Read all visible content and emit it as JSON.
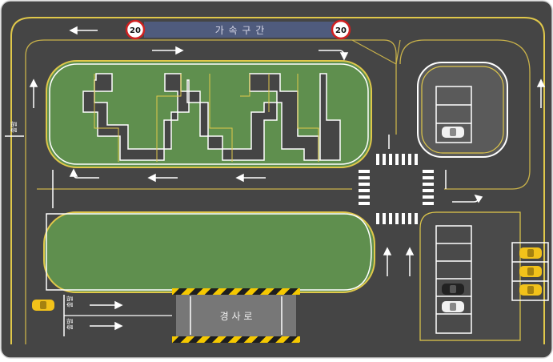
{
  "speed_zone": {
    "label": "가 속 구 간",
    "sign_left": "20",
    "sign_right": "20"
  },
  "slope": {
    "label": "경 사 로"
  },
  "start_labels": {
    "side": "출발",
    "lane1": "출발",
    "lane2": "출발"
  },
  "colors": {
    "asphalt": "#454545",
    "grass": "#5f8f4e",
    "yellow_line": "#e0c84a",
    "white_line": "#ffffff",
    "speed_band": "#4f5b7d",
    "hazard_yellow": "#f5c800",
    "car_yellow": "#f2c21a",
    "car_white": "#f2f2f2",
    "car_black": "#222222"
  },
  "icons": {
    "arrows": "lane-arrow-icon",
    "cars": "car-icon",
    "signs": "speed-limit-sign-icon"
  }
}
